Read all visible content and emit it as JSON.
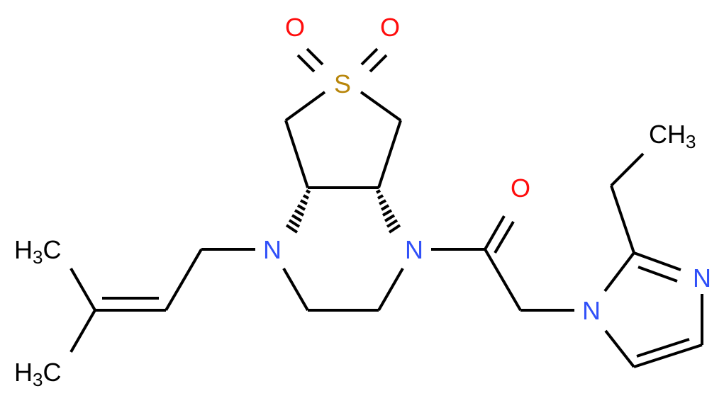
{
  "diagram": {
    "type": "chemical-structure",
    "colors": {
      "bond": "#000000",
      "carbon_label": "#000000",
      "nitrogen": "#3050F8",
      "oxygen": "#FF0D0D",
      "sulfur": "#B8860B",
      "background": "#FFFFFF"
    },
    "atoms": {
      "s": {
        "label": "S"
      },
      "o_s_left": {
        "label": "O"
      },
      "o_s_right": {
        "label": "O"
      },
      "n_left": {
        "label": "N"
      },
      "n_right": {
        "label": "N"
      },
      "o_carbonyl": {
        "label": "O"
      },
      "n_imid_1": {
        "label": "N"
      },
      "n_imid_3": {
        "label": "N"
      },
      "ch3_top_left": {
        "main": "H",
        "sub": "3",
        "tail": "C"
      },
      "ch3_bottom_left": {
        "main": "H",
        "sub": "3",
        "tail": "C"
      },
      "ch3_ethyl": {
        "main": "CH",
        "sub": "3"
      }
    }
  }
}
